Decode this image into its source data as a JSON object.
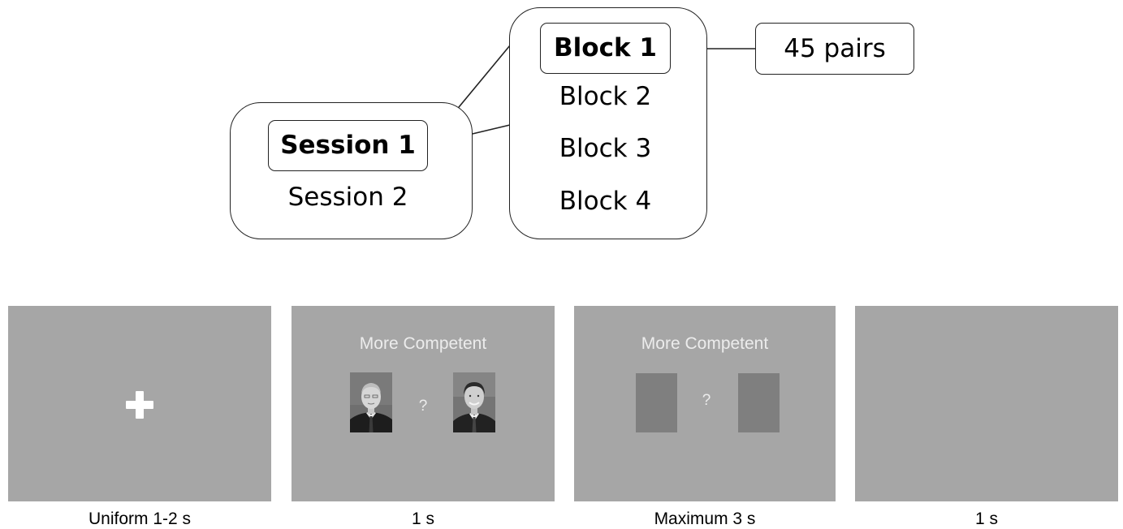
{
  "hierarchy": {
    "sessions": {
      "highlighted": "Session 1",
      "other": "Session 2"
    },
    "blocks": {
      "highlighted": "Block 1",
      "others": [
        "Block 2",
        "Block 3",
        "Block 4"
      ]
    },
    "pairs": "45 pairs"
  },
  "trial_sequence": [
    {
      "screen": "fixation",
      "caption": "Uniform 1-2 s"
    },
    {
      "screen": "faces",
      "title": "More Competent",
      "question_mark": "?",
      "caption": "1 s"
    },
    {
      "screen": "response",
      "title": "More Competent",
      "question_mark": "?",
      "caption": "Maximum 3 s"
    },
    {
      "screen": "blank",
      "caption": "1 s"
    }
  ],
  "colors": {
    "screen_background": "#a6a6a6",
    "screen_text": "#ececec",
    "placeholder_rect": "#7f7f7f"
  }
}
